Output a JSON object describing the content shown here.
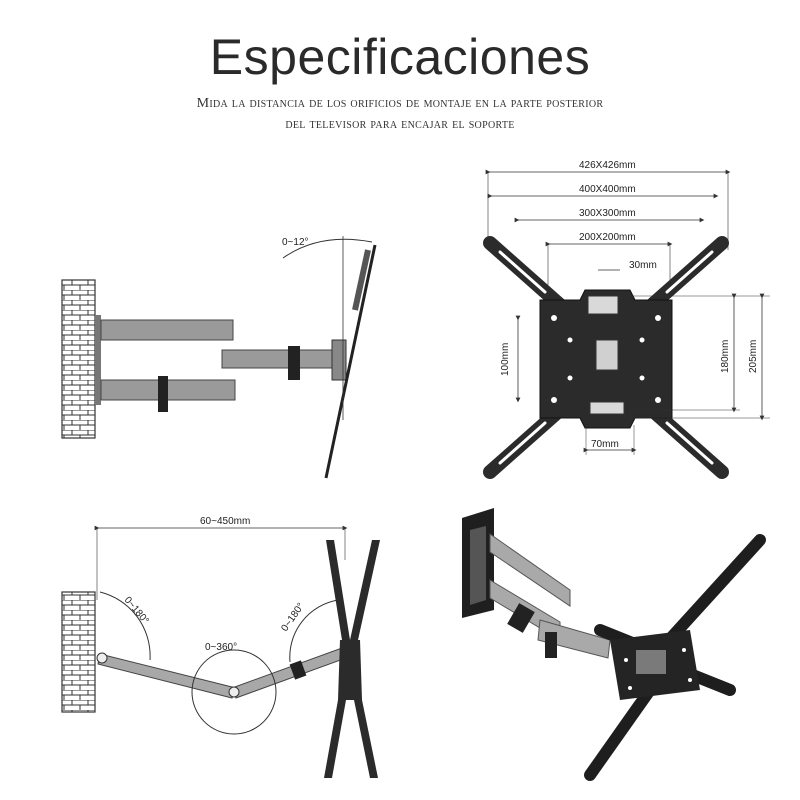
{
  "header": {
    "title": "Especificaciones",
    "subtitle_line1": "Mida la distancia de los orificios de montaje en la parte posterior",
    "subtitle_line2": "del televisor para encajar el soporte"
  },
  "side_view": {
    "tilt_label": "0~12°"
  },
  "vesa_view": {
    "dim_426": "426X426mm",
    "dim_400": "400X400mm",
    "dim_300": "300X300mm",
    "dim_200": "200X200mm",
    "dim_30": "30mm",
    "dim_100": "100mm",
    "dim_180": "180mm",
    "dim_205": "205mm",
    "dim_70": "70mm"
  },
  "top_view": {
    "extension_label": "60~450mm",
    "swivel_wall_label": "0~180°",
    "swivel_mid_label": "0~360°",
    "swivel_tv_label": "0~180°"
  },
  "colors": {
    "arm_gray": "#9a9a9a",
    "plate_black": "#2b2b2b",
    "line": "#333333"
  }
}
